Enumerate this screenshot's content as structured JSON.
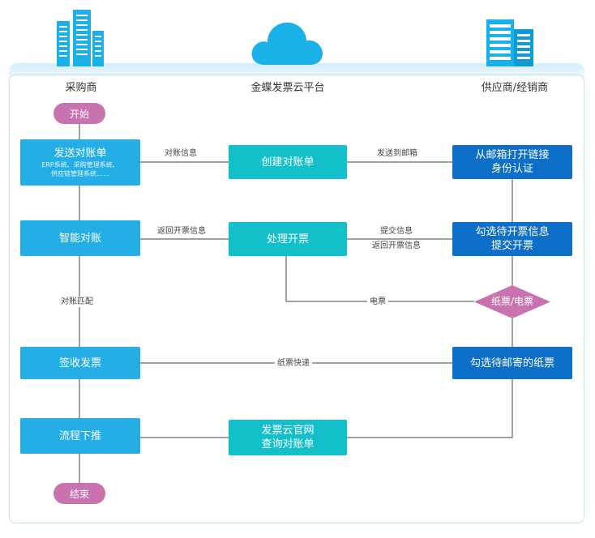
{
  "lanes": {
    "buyer": "采购商",
    "platform": "金蝶发票云平台",
    "supplier": "供应商/经销商"
  },
  "start_label": "开始",
  "end_label": "结束",
  "nodes": {
    "send_statement": {
      "title": "发送对账单",
      "sub1": "ERP系统、采购管理系统、",
      "sub2": "供应链管理系统……"
    },
    "create_statement": "创建对账单",
    "open_link": {
      "line1": "从邮箱打开链接",
      "line2": "身份认证"
    },
    "smart_reconcile": "智能对账",
    "process_invoice": "处理开票",
    "select_info": {
      "line1": "勾选待开票信息",
      "line2": "提交开票"
    },
    "paper_e": "纸票/电票",
    "receive_invoice": "签收发票",
    "select_mail": "勾选待邮寄的纸票",
    "push_down": "流程下推",
    "official_site": {
      "line1": "发票云官网",
      "line2": "查询对账单"
    }
  },
  "edges": {
    "statement_info": "对账信息",
    "send_to_mailbox": "发送到邮箱",
    "return_invoice_info_left": "返回开票信息",
    "submit_info": "提交信息",
    "return_invoice_info_right": "返回开票信息",
    "reconcile_match": "对账匹配",
    "e_invoice": "电票",
    "paper_express": "纸票快递"
  },
  "colors": {
    "buyer_box": "#23aee5",
    "platform_box": "#13bfc9",
    "supplier_box": "#0d6fc7",
    "terminal": "#c873b0",
    "decision": "#c873b0",
    "line": "#444444",
    "icon_blue": "#1ab0e8"
  },
  "icons": [
    "building-icon",
    "cloud-icon",
    "office-building-icon"
  ]
}
